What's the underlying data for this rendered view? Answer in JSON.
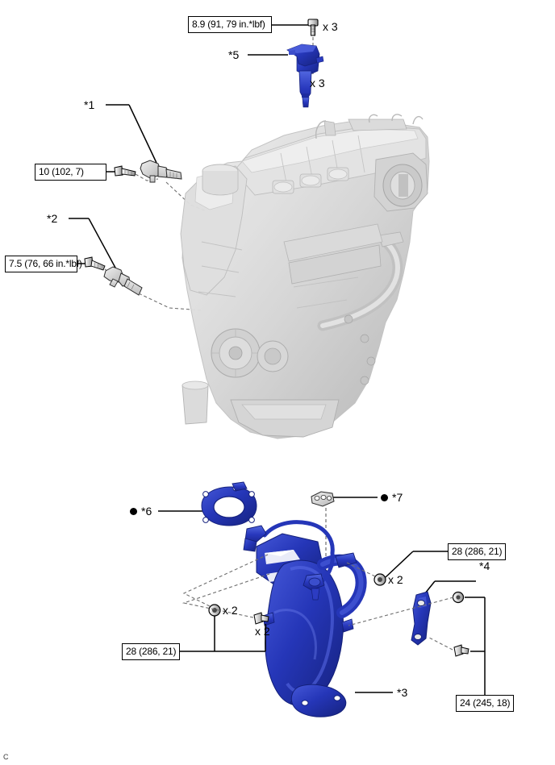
{
  "diagram": {
    "type": "exploded-parts-view",
    "corner_mark": "C",
    "accent_color": "#2536b8",
    "part_color": "#d8d8d8",
    "line_color": "#000000"
  },
  "torque_specs": [
    {
      "id": "t1",
      "text": "8.9 (91, 79 in.*lbf)",
      "applies_to": "ignition-coil-bolt"
    },
    {
      "id": "t2",
      "text": "10 (102, 7)",
      "applies_to": "camshaft-position-sensor-bolt"
    },
    {
      "id": "t3",
      "text": "7.5 (76, 66 in.*lbf)",
      "applies_to": "crankshaft-position-sensor-bolt"
    },
    {
      "id": "t4",
      "text": "28 (286, 21)",
      "applies_to": "manifold-converter-nuts-left"
    },
    {
      "id": "t5",
      "text": "28 (286, 21)",
      "applies_to": "manifold-converter-nuts-right"
    },
    {
      "id": "t6",
      "text": "24 (245, 18)",
      "applies_to": "converter-stay-bolts"
    }
  ],
  "callouts": [
    {
      "id": "c1",
      "label": "*1",
      "bullet": false,
      "part": "camshaft-position-sensor"
    },
    {
      "id": "c2",
      "label": "*2",
      "bullet": false,
      "part": "crankshaft-position-sensor"
    },
    {
      "id": "c3",
      "label": "*3",
      "bullet": false,
      "part": "exhaust-manifold-converter-assembly"
    },
    {
      "id": "c4",
      "label": "*4",
      "bullet": false,
      "part": "exhaust-manifold-stay"
    },
    {
      "id": "c5",
      "label": "*5",
      "bullet": false,
      "part": "ignition-coil-assembly"
    },
    {
      "id": "c6",
      "label": "*6",
      "bullet": true,
      "part": "exhaust-manifold-gasket"
    },
    {
      "id": "c7",
      "label": "*7",
      "bullet": true,
      "part": "exhaust-pipe-gasket"
    }
  ],
  "quantities": [
    {
      "id": "q1",
      "text": "x 3",
      "near": "ignition-coil-bolt"
    },
    {
      "id": "q2",
      "text": "x 3",
      "near": "ignition-coil-assembly"
    },
    {
      "id": "q3",
      "text": "x 2",
      "near": "converter-nut-left-upper"
    },
    {
      "id": "q4",
      "text": "x 2",
      "near": "converter-nut-left-lower"
    },
    {
      "id": "q5",
      "text": "x 2",
      "near": "converter-nut-right"
    }
  ]
}
